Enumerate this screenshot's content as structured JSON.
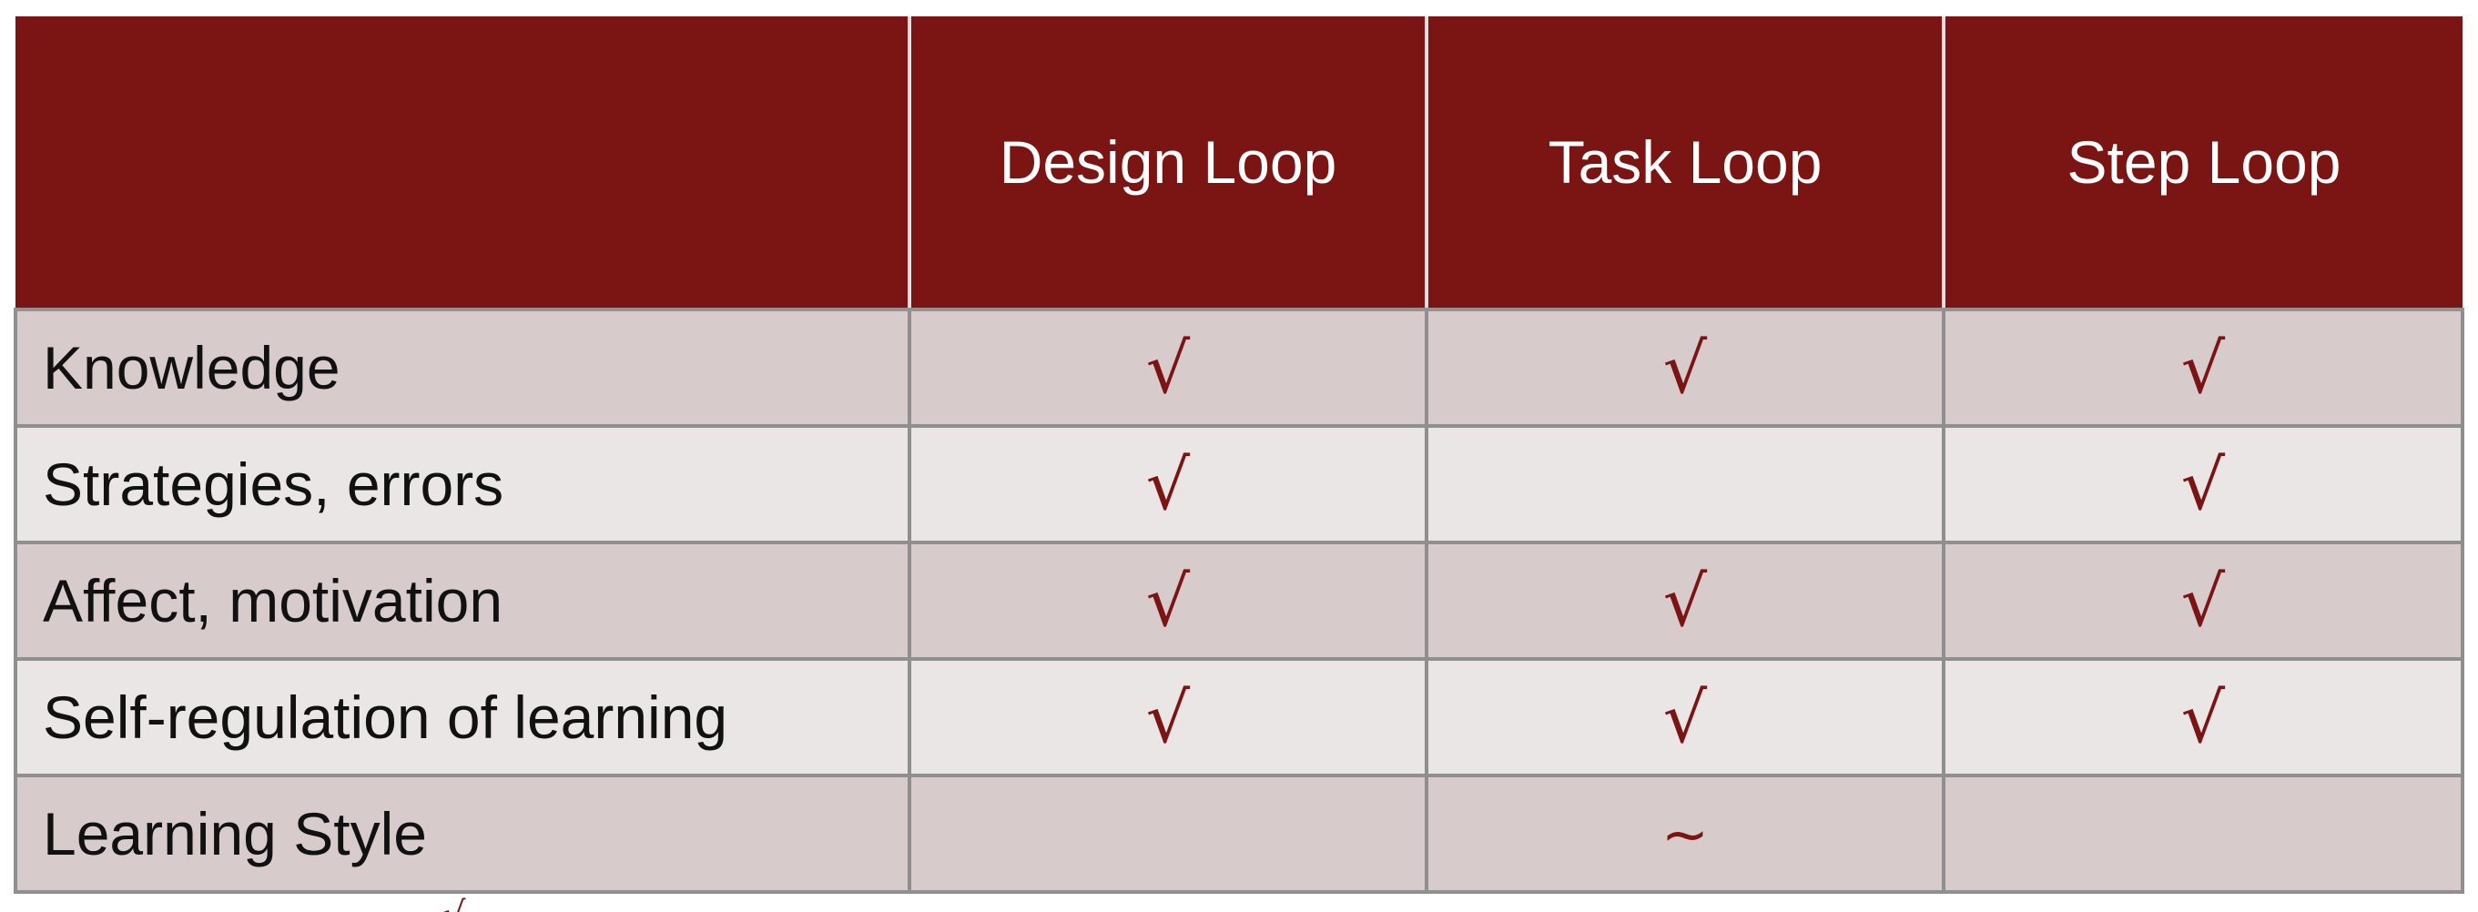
{
  "table": {
    "columns": [
      "",
      "Design Loop",
      "Task Loop",
      "Step Loop"
    ],
    "rows": [
      {
        "label": "Knowledge",
        "cells": [
          "√",
          "√",
          "√"
        ]
      },
      {
        "label": "Strategies, errors",
        "cells": [
          "√",
          "",
          "√"
        ]
      },
      {
        "label": "Affect, motivation",
        "cells": [
          "√",
          "√",
          "√"
        ]
      },
      {
        "label": "Self-regulation of learning",
        "cells": [
          "√",
          "√",
          "√"
        ]
      },
      {
        "label": "Learning Style",
        "cells": [
          "",
          "~",
          ""
        ]
      }
    ]
  },
  "stray_mark": "√",
  "colors": {
    "header_bg": "#7a1513",
    "mark": "#7a1513",
    "row_dark": "#d8cbcb",
    "row_light": "#ebe6e6"
  }
}
